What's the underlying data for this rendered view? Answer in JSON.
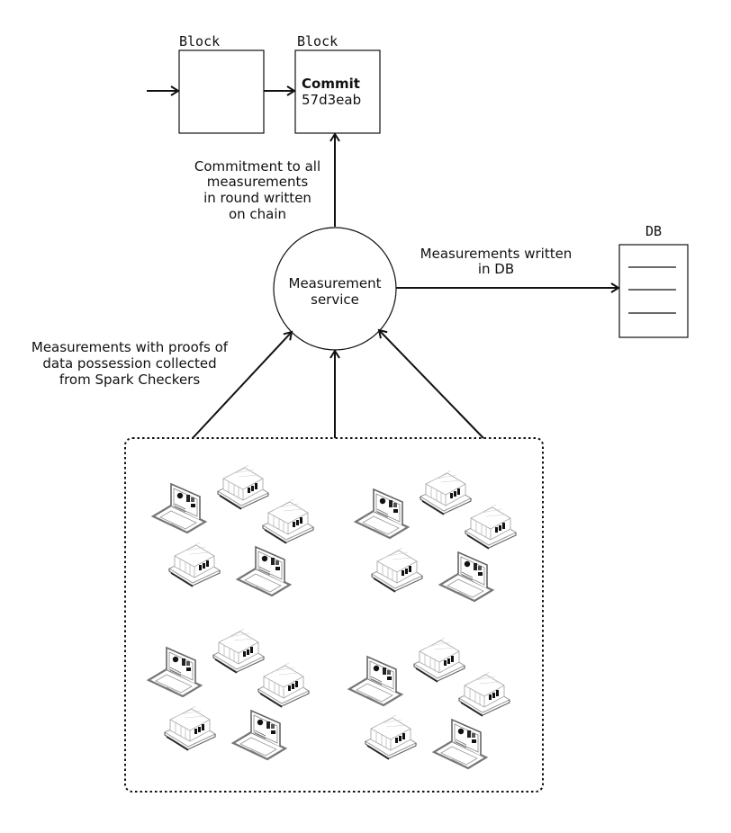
{
  "blocks": [
    {
      "label": "Block",
      "lines": []
    },
    {
      "label": "Block",
      "lines": [
        "Commit",
        "57d3eab"
      ]
    }
  ],
  "commitment_label": [
    "Commitment to all",
    "measurements",
    "in round written",
    "on chain"
  ],
  "service": {
    "lines": [
      "Measurement",
      "service"
    ]
  },
  "db": {
    "label": "DB",
    "arrow_label": [
      "Measurements written",
      "in DB"
    ]
  },
  "checkers_label": [
    "Measurements with proofs of",
    "data possession collected",
    "from Spark Checkers"
  ],
  "clusters": [
    {
      "name": "cluster-top-left"
    },
    {
      "name": "cluster-top-right"
    },
    {
      "name": "cluster-bottom-left"
    },
    {
      "name": "cluster-bottom-right"
    }
  ],
  "icons": {
    "laptop": "laptop-icon",
    "server": "server-icon"
  }
}
